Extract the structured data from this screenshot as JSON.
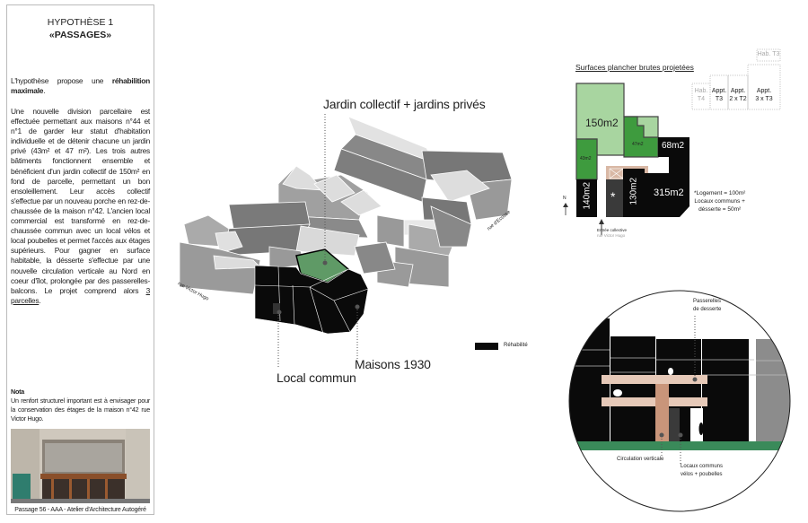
{
  "panel": {
    "title_line1": "HYPOTHÈSE 1",
    "title_line2": "«PASSAGES»",
    "intro_pre": "L'hypothèse propose une ",
    "intro_bold": "réhabilition maximale",
    "intro_post": ".",
    "body_text": "Une nouvelle division parcellaire est effectuée permettant aux  maisons n°44 et n°1 de garder leur statut d'habitation individuelle et de détenir chacune un jardin privé (43m² et 47 m²). Les trois autres bâtiments fonctionnent ensemble et bénéficient d'un jardin collectif de 150m² en fond de parcelle, permettant un bon ensoleillement. Leur accès collectif s'effectue par un nouveau porche en rez-de-chaussée de la maison n°42. L'ancien local commercial est transformé en rez-de-chaussée commun avec un local vélos et local poubelles et permet l'accès aux étages supérieurs. Pour gagner en surface habitable, la désserte s'effectue par une nouvelle circulation verticale au Nord en coeur d'îlot, prolongée par des passerelles-balcons. Le projet comprend alors ",
    "body_underlined": "3 parcelles",
    "body_end": ".",
    "nota_title": "Nota",
    "nota_text": "Un renfort structurel important est à envisager pour la conservation des étages de la maison n°42 rue Victor Hugo.",
    "photo_caption": "Passage 56 - AAA - Atelier d'Architecture Autogéré"
  },
  "axo": {
    "label_garden": "Jardin collectif + jardins privés",
    "label_houses": "Maisons 1930",
    "label_local": "Local commun",
    "street_hugo": "rue Victor Hugo",
    "street_ecosse": "rue d'Ecosse",
    "legend_label": "Réhabilité"
  },
  "plan": {
    "title": "Surfaces plancher brutes projetées",
    "areas": [
      "150m2",
      "43m2",
      "47m2",
      "68m2",
      "140m2",
      "130m2",
      "315m2"
    ],
    "star": "*",
    "north": "N",
    "entry_line1": "Entrée collective",
    "entry_line2": "rue Victor Hugo",
    "note_line1": "*Logement = 100m²",
    "note_line2": "Locaux communs +",
    "note_line3": "désserte = 50m²",
    "units": [
      {
        "l1": "Hab.",
        "l2": "T4"
      },
      {
        "l1": "Appt.",
        "l2": "T3"
      },
      {
        "l1": "Appt.",
        "l2": "2 x T2"
      },
      {
        "l1": "Appt.",
        "l2": "3 x T3"
      },
      {
        "l1": "Hab. T3",
        "l2": ""
      }
    ]
  },
  "section": {
    "label_passerelles_1": "Passerelles",
    "label_passerelles_2": "de desserte",
    "label_circulation": "Circulation verticale",
    "label_locaux_1": "Locaux communs",
    "label_locaux_2": "vélos + poubelles"
  },
  "colors": {
    "black": "#0a0a0a",
    "gray": "#8c8c8c",
    "light": "#d9d9d9",
    "green": "#3e9b3e",
    "light_green": "#a8d5a0",
    "pink": "#d9b8a5"
  }
}
